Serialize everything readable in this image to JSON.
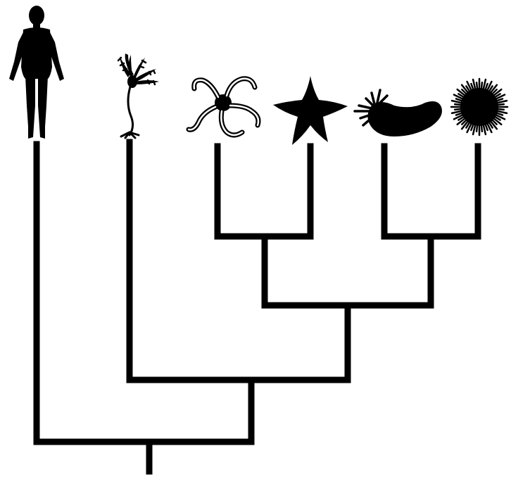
{
  "diagram": {
    "type": "phylogenetic-tree",
    "background": "#ffffff",
    "ink_color": "#000000",
    "taxa": [
      {
        "id": "human",
        "icon": "human-silhouette-icon"
      },
      {
        "id": "sea-lily",
        "icon": "sea-lily-icon"
      },
      {
        "id": "brittle-star",
        "icon": "brittle-star-icon"
      },
      {
        "id": "sea-star",
        "icon": "sea-star-icon"
      },
      {
        "id": "sea-cucumber",
        "icon": "sea-cucumber-icon"
      },
      {
        "id": "sea-urchin",
        "icon": "sea-urchin-icon"
      }
    ],
    "tree": {
      "node": "root",
      "children": [
        {
          "taxon": "human"
        },
        {
          "node": "echinoderms",
          "children": [
            {
              "taxon": "sea-lily"
            },
            {
              "node": "eleutherozoa",
              "children": [
                {
                  "node": "asterozoa",
                  "children": [
                    {
                      "taxon": "brittle-star"
                    },
                    {
                      "taxon": "sea-star"
                    }
                  ]
                },
                {
                  "node": "echinozoa",
                  "children": [
                    {
                      "taxon": "sea-cucumber"
                    },
                    {
                      "taxon": "sea-urchin"
                    }
                  ]
                }
              ]
            }
          ]
        }
      ]
    }
  }
}
